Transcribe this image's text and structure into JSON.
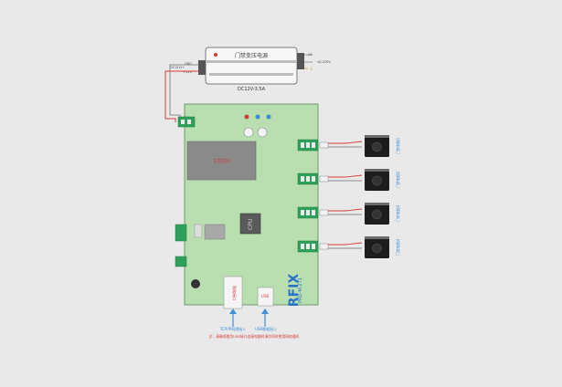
{
  "power_supply": {
    "label": "门禁变压电源",
    "rating": "DC12V-3.5A",
    "out_pos": "+12V",
    "out_gnd": "GND",
    "out_hint": "DC12V/+",
    "ac_in": "AC",
    "ac_label": "~AC220V",
    "ground": "⏚"
  },
  "board": {
    "chip_label": "主控芯片",
    "cpu_label": "CPU",
    "brand": "RFIX",
    "model": "PRO-M-2T1",
    "power_in_label": "DC12V",
    "net_port_label": "网络接口",
    "usb_port_label": "USB"
  },
  "locks": [
    {
      "label": "门禁电锁1"
    },
    {
      "label": "门禁电锁2"
    },
    {
      "label": "门禁电锁3"
    },
    {
      "label": "门禁电锁4"
    }
  ],
  "bottom_notes": {
    "arrow_left_label": "TCP/IP网络接入",
    "arrow_right_label": "USB数据接入",
    "warning": "注：请确保使用USB接口连接电脑时请勿同时使用网络通讯"
  },
  "colors": {
    "background": "#e9e9e9",
    "board_fill": "#b9dfb0",
    "board_stroke": "#6f9a68",
    "terminal_green": "#2fa05a",
    "lock_fill": "#1d1d1d",
    "wire_red": "#d23a3a",
    "wire_gray": "#8a8a8a",
    "arrow_blue": "#3e8fd6",
    "warning_red": "#d33a3a",
    "brand_blue": "#2b73c9"
  }
}
